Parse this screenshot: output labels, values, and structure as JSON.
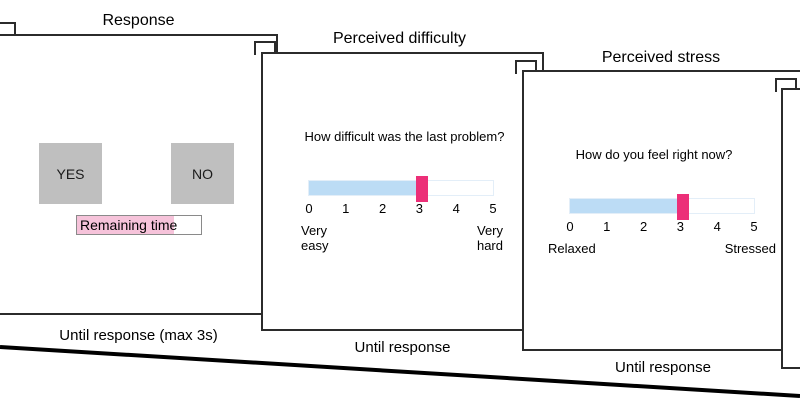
{
  "figure": {
    "type": "experimental-trial-sequence-diagram"
  },
  "panels": [
    {
      "id": "response",
      "title": "Response",
      "caption": "Until response (max 3s)",
      "choices": [
        "YES",
        "NO"
      ],
      "timer": {
        "label": "Remaining time",
        "fill_percent": 78,
        "fill_color": "#f6c3da",
        "border_color": "#8a8a8a"
      },
      "choice_color": "#bfbfbf"
    },
    {
      "id": "perceived-difficulty",
      "title": "Perceived difficulty",
      "caption": "Until response",
      "question": "How difficult was the last problem?",
      "scale": {
        "ticks": [
          "0",
          "1",
          "2",
          "3",
          "4",
          "5"
        ],
        "value": 3,
        "min": 0,
        "max": 5,
        "anchor_left": "Very\neasy",
        "anchor_right": "Very\nhard",
        "fill_color": "#bcdcf5",
        "thumb_color": "#ec2f78",
        "track_border_color": "#e3eef8"
      }
    },
    {
      "id": "perceived-stress",
      "title": "Perceived stress",
      "caption": "Until response",
      "question": "How do you feel right now?",
      "scale": {
        "ticks": [
          "0",
          "1",
          "2",
          "3",
          "4",
          "5"
        ],
        "value": 3,
        "min": 0,
        "max": 5,
        "anchor_left": "Relaxed",
        "anchor_right": "Stressed",
        "fill_color": "#bcdcf5",
        "thumb_color": "#ec2f78",
        "track_border_color": "#e3eef8"
      }
    }
  ],
  "colors": {
    "frame": "#2b2b2b",
    "background": "#ffffff",
    "slider_fill": "#bcdcf5",
    "slider_thumb": "#ec2f78",
    "timer_fill": "#f6c3da",
    "choice_box": "#bfbfbf"
  }
}
